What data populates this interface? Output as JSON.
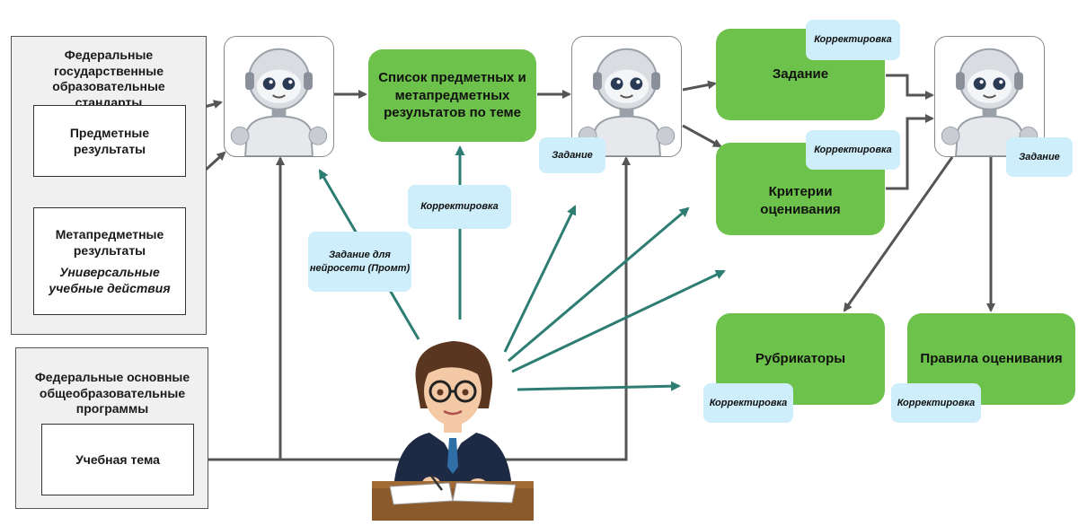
{
  "panel_fgos": {
    "title": "Федеральные государственные образовательные стандарты",
    "subject_results": "Предметные результаты",
    "meta_results": "Метапредметные результаты",
    "uud": "Универсальные учебные действия"
  },
  "panel_fop": {
    "title": "Федеральные основные общеобразовательные программы",
    "topic": "Учебная тема"
  },
  "green_boxes": {
    "results_list": "Список предметных и метапредметных результатов по теме",
    "task": "Задание",
    "criteria": "Критерии оценивания",
    "rubricators": "Рубрикаторы",
    "rules": "Правила оценивания"
  },
  "blue_labels": {
    "prompt_task": "Задание для нейросети (Промт)",
    "correction": "Корректировка",
    "task": "Задание"
  },
  "colors": {
    "green": "#6cc24a",
    "light_blue": "#cdeefa",
    "teal_arrow": "#2e7d73",
    "gray_arrow": "#555555"
  },
  "icons": [
    "robot-icon",
    "teacher-icon"
  ]
}
